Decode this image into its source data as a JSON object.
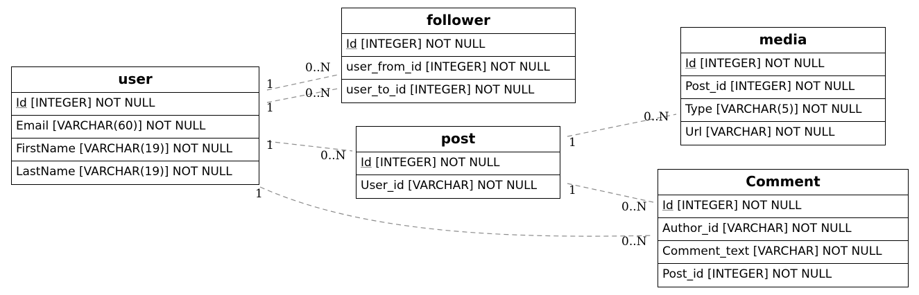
{
  "entities": {
    "user": {
      "title": "user",
      "attrs": [
        {
          "pk": "Id",
          "rest": " [INTEGER] NOT NULL"
        },
        {
          "pk": "",
          "rest": "Email [VARCHAR(60)] NOT NULL"
        },
        {
          "pk": "",
          "rest": "FirstName [VARCHAR(19)] NOT NULL"
        },
        {
          "pk": "",
          "rest": "LastName [VARCHAR(19)] NOT NULL"
        }
      ]
    },
    "follower": {
      "title": "follower",
      "attrs": [
        {
          "pk": "Id",
          "rest": " [INTEGER] NOT NULL"
        },
        {
          "pk": "",
          "rest": "user_from_id [INTEGER] NOT NULL"
        },
        {
          "pk": "",
          "rest": "user_to_id [INTEGER] NOT NULL"
        }
      ]
    },
    "post": {
      "title": "post",
      "attrs": [
        {
          "pk": "Id",
          "rest": " [INTEGER] NOT NULL"
        },
        {
          "pk": "",
          "rest": "User_id [VARCHAR] NOT NULL"
        }
      ]
    },
    "media": {
      "title": "media",
      "attrs": [
        {
          "pk": "Id",
          "rest": " [INTEGER] NOT NULL"
        },
        {
          "pk": "",
          "rest": "Post_id [INTEGER] NOT NULL"
        },
        {
          "pk": "",
          "rest": "Type [VARCHAR(5)] NOT NULL"
        },
        {
          "pk": "",
          "rest": "Url [VARCHAR] NOT NULL"
        }
      ]
    },
    "comment": {
      "title": "Comment",
      "attrs": [
        {
          "pk": "Id",
          "rest": " [INTEGER] NOT NULL"
        },
        {
          "pk": "",
          "rest": "Author_id [VARCHAR] NOT NULL"
        },
        {
          "pk": "",
          "rest": "Comment_text [VARCHAR] NOT NULL"
        },
        {
          "pk": "",
          "rest": "Post_id [INTEGER] NOT NULL"
        }
      ]
    }
  },
  "relations": [
    {
      "from": "user",
      "to": "follower",
      "from_card": "1",
      "to_card": "0..N"
    },
    {
      "from": "user",
      "to": "follower",
      "from_card": "1",
      "to_card": "0..N"
    },
    {
      "from": "user",
      "to": "post",
      "from_card": "1",
      "to_card": "0..N"
    },
    {
      "from": "post",
      "to": "media",
      "from_card": "1",
      "to_card": "0..N"
    },
    {
      "from": "post",
      "to": "comment",
      "from_card": "1",
      "to_card": "0..N"
    },
    {
      "from": "user",
      "to": "comment",
      "from_card": "1",
      "to_card": "0..N"
    }
  ]
}
